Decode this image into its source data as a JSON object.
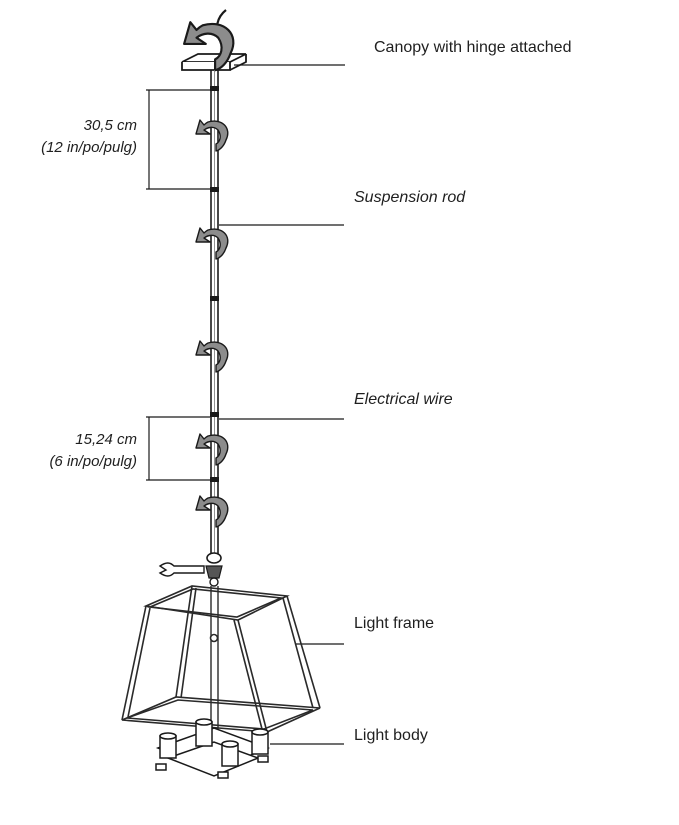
{
  "labels": {
    "canopy": "Canopy with hinge attached",
    "suspension_rod": "Suspension rod",
    "electrical_wire": "Electrical wire",
    "light_frame": "Light frame",
    "light_body": "Light body"
  },
  "dimensions": {
    "rod_segment": {
      "metric": "30,5 cm",
      "imperial": "(12 in/po/pulg)"
    },
    "short_segment": {
      "metric": "15,24 cm",
      "imperial": "(6 in/po/pulg)"
    }
  },
  "colors": {
    "line": "#1a1a1a",
    "arrow_fill": "#8c8c8c",
    "frame": "#2a2a2a"
  }
}
